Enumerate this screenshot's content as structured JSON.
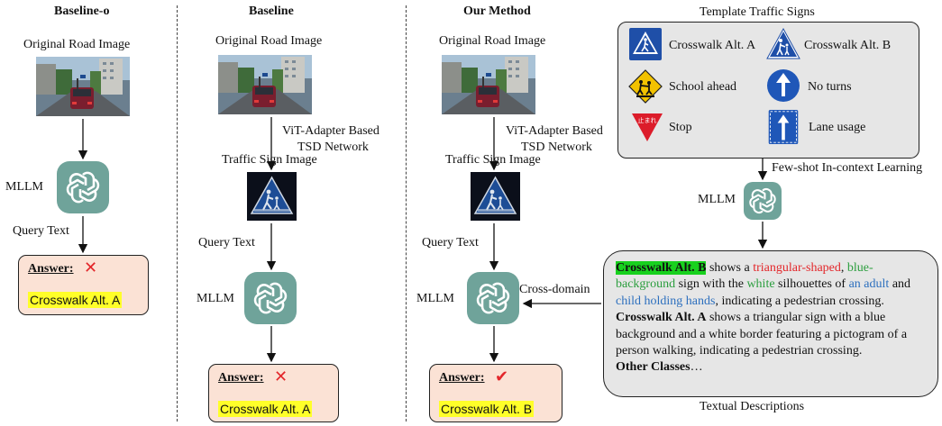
{
  "columns": {
    "baseline_o": {
      "title": "Baseline-o",
      "road_label": "Original Road Image",
      "mllm_label": "MLLM",
      "query_label": "Query Text",
      "answer_label": "Answer:",
      "answer_mark": "✕",
      "answer_value": "Crosswalk Alt. A"
    },
    "baseline": {
      "title": "Baseline",
      "road_label": "Original Road Image",
      "tsd_label_1": "ViT-Adapter Based",
      "tsd_label_2": "TSD Network",
      "sign_label": "Traffic Sign Image",
      "query_label": "Query Text",
      "mllm_label": "MLLM",
      "answer_label": "Answer:",
      "answer_mark": "✕",
      "answer_value": "Crosswalk Alt. A"
    },
    "ours": {
      "title": "Our Method",
      "road_label": "Original Road Image",
      "tsd_label_1": "ViT-Adapter Based",
      "tsd_label_2": "TSD Network",
      "sign_label": "Traffic Sign Image",
      "query_label": "Query Text",
      "mllm_label": "MLLM",
      "cross_label": "Cross-domain",
      "answer_label": "Answer:",
      "answer_mark": "✔",
      "answer_value": "Crosswalk Alt. B"
    }
  },
  "templates": {
    "title": "Template Traffic Signs",
    "items": [
      {
        "name": "Crosswalk Alt. A",
        "icon": "crosswalk-a-sign"
      },
      {
        "name": "Crosswalk Alt. B",
        "icon": "crosswalk-b-sign"
      },
      {
        "name": "School ahead",
        "icon": "school-ahead-sign"
      },
      {
        "name": "No turns",
        "icon": "no-turns-sign"
      },
      {
        "name": "Stop",
        "icon": "stop-sign"
      },
      {
        "name": "Lane usage",
        "icon": "lane-usage-sign"
      }
    ],
    "fewshot_label": "Few-shot In-context Learning",
    "mllm_label": "MLLM"
  },
  "descriptions": {
    "caption": "Textual Descriptions",
    "b_name": "Crosswalk Alt. B",
    "b_t1": " shows a ",
    "b_t2": "triangular-shaped",
    "b_t3": ", ",
    "b_t4": "blue-background",
    "b_t5": " sign with the ",
    "b_t6": "white",
    "b_t7": " silhouettes of ",
    "b_t8": "an adult",
    "b_t9": " and ",
    "b_t10": "child holding hands",
    "b_t11": ", indicating a pedestrian crossing.",
    "a_name": "Crosswalk Alt. A",
    "a_text": " shows a triangular sign with a blue background and a white border featuring a pictogram of a person walking, indicating a pedestrian crossing.",
    "other_name": "Other Classes",
    "other_text": "…"
  },
  "colors": {
    "answer_bg": "#fbe2d5",
    "highlight_yellow": "#ffff29",
    "highlight_green": "#18d11e",
    "cross_red": "#e3262a",
    "check_red": "#e3262a",
    "mllm_teal": "#6fa39a",
    "panel_gray": "#e6e6e6"
  }
}
